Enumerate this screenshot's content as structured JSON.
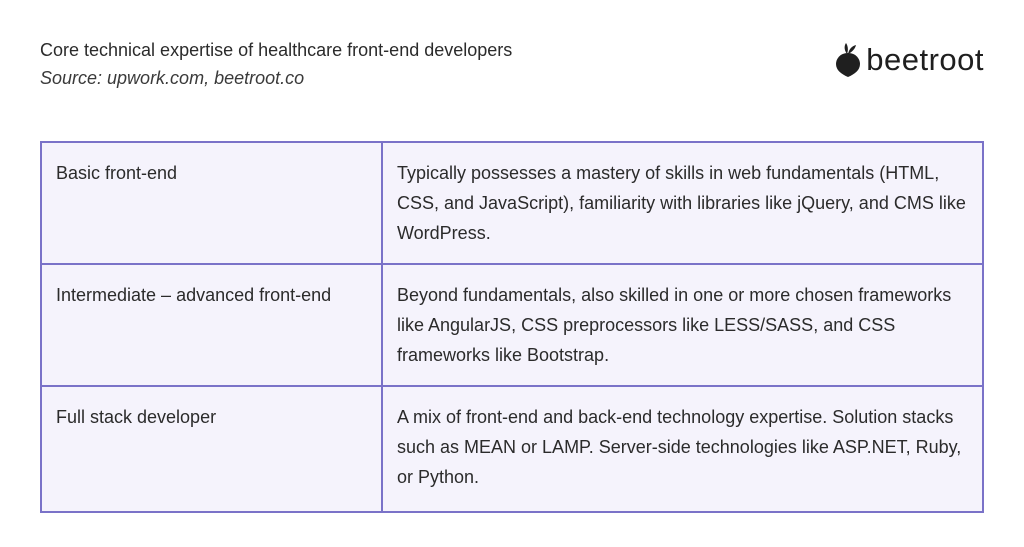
{
  "header": {
    "title": "Core technical expertise of healthcare front-end developers",
    "source": "Source: upwork.com, beetroot.co"
  },
  "logo": {
    "text": "beetroot",
    "icon": "beetroot-icon"
  },
  "colors": {
    "border": "#7a72c8",
    "cell_background": "#f5f3fc",
    "text": "#2b2b2b"
  },
  "table": {
    "rows": [
      {
        "level": "Basic front-end",
        "description": "Typically possesses a mastery of skills in web fundamentals (HTML, CSS, and JavaScript), familiarity with libraries like jQuery, and CMS like WordPress."
      },
      {
        "level": "Intermediate – advanced front-end",
        "description": "Beyond fundamentals, also skilled in one or more chosen frameworks like AngularJS, CSS preprocessors like LESS/SASS, and CSS frameworks like Bootstrap."
      },
      {
        "level": "Full stack developer",
        "description": "A mix of front-end and back-end technology expertise. Solution stacks such as MEAN or LAMP. Server-side technologies like ASP.NET, Ruby, or Python."
      }
    ]
  }
}
